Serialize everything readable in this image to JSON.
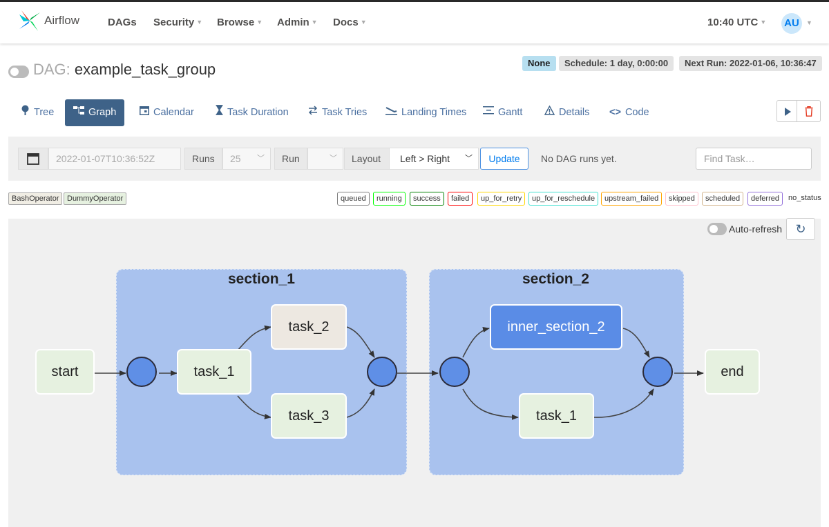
{
  "app": {
    "brand": "Airflow",
    "time": "10:40 UTC",
    "user_initials": "AU"
  },
  "nav": {
    "dags": "DAGs",
    "security": "Security",
    "browse": "Browse",
    "admin": "Admin",
    "docs": "Docs"
  },
  "dag": {
    "prefix": "DAG:",
    "name": "example_task_group",
    "status": "None",
    "schedule": "Schedule: 1 day, 0:00:00",
    "next_run": "Next Run: 2022-01-06, 10:36:47"
  },
  "tabs": {
    "tree": "Tree",
    "graph": "Graph",
    "calendar": "Calendar",
    "task_duration": "Task Duration",
    "task_tries": "Task Tries",
    "landing_times": "Landing Times",
    "gantt": "Gantt",
    "details": "Details",
    "code": "Code"
  },
  "filters": {
    "date": "2022-01-07T10:36:52Z",
    "runs_label": "Runs",
    "runs_value": "25",
    "run_label": "Run",
    "run_value": "",
    "layout_label": "Layout",
    "layout_value": "Left > Right",
    "update": "Update",
    "no_runs": "No DAG runs yet.",
    "find_placeholder": "Find Task…"
  },
  "operators": [
    "BashOperator",
    "DummyOperator"
  ],
  "states": [
    {
      "label": "queued",
      "color": "#808080"
    },
    {
      "label": "running",
      "color": "#00ff00"
    },
    {
      "label": "success",
      "color": "#008000"
    },
    {
      "label": "failed",
      "color": "#ff0000"
    },
    {
      "label": "up_for_retry",
      "color": "#ffd700"
    },
    {
      "label": "up_for_reschedule",
      "color": "#40e0d0"
    },
    {
      "label": "upstream_failed",
      "color": "#ffa500"
    },
    {
      "label": "skipped",
      "color": "#ffc0cb"
    },
    {
      "label": "scheduled",
      "color": "#d2b48c"
    },
    {
      "label": "deferred",
      "color": "#9370db"
    }
  ],
  "no_status": "no_status",
  "graph": {
    "auto_refresh": "Auto-refresh",
    "groups": {
      "section_1": "section_1",
      "section_2": "section_2"
    },
    "nodes": {
      "start": "start",
      "end": "end",
      "s1_task_1": "task_1",
      "s1_task_2": "task_2",
      "s1_task_3": "task_3",
      "s2_inner": "inner_section_2",
      "s2_task_1": "task_1"
    }
  }
}
